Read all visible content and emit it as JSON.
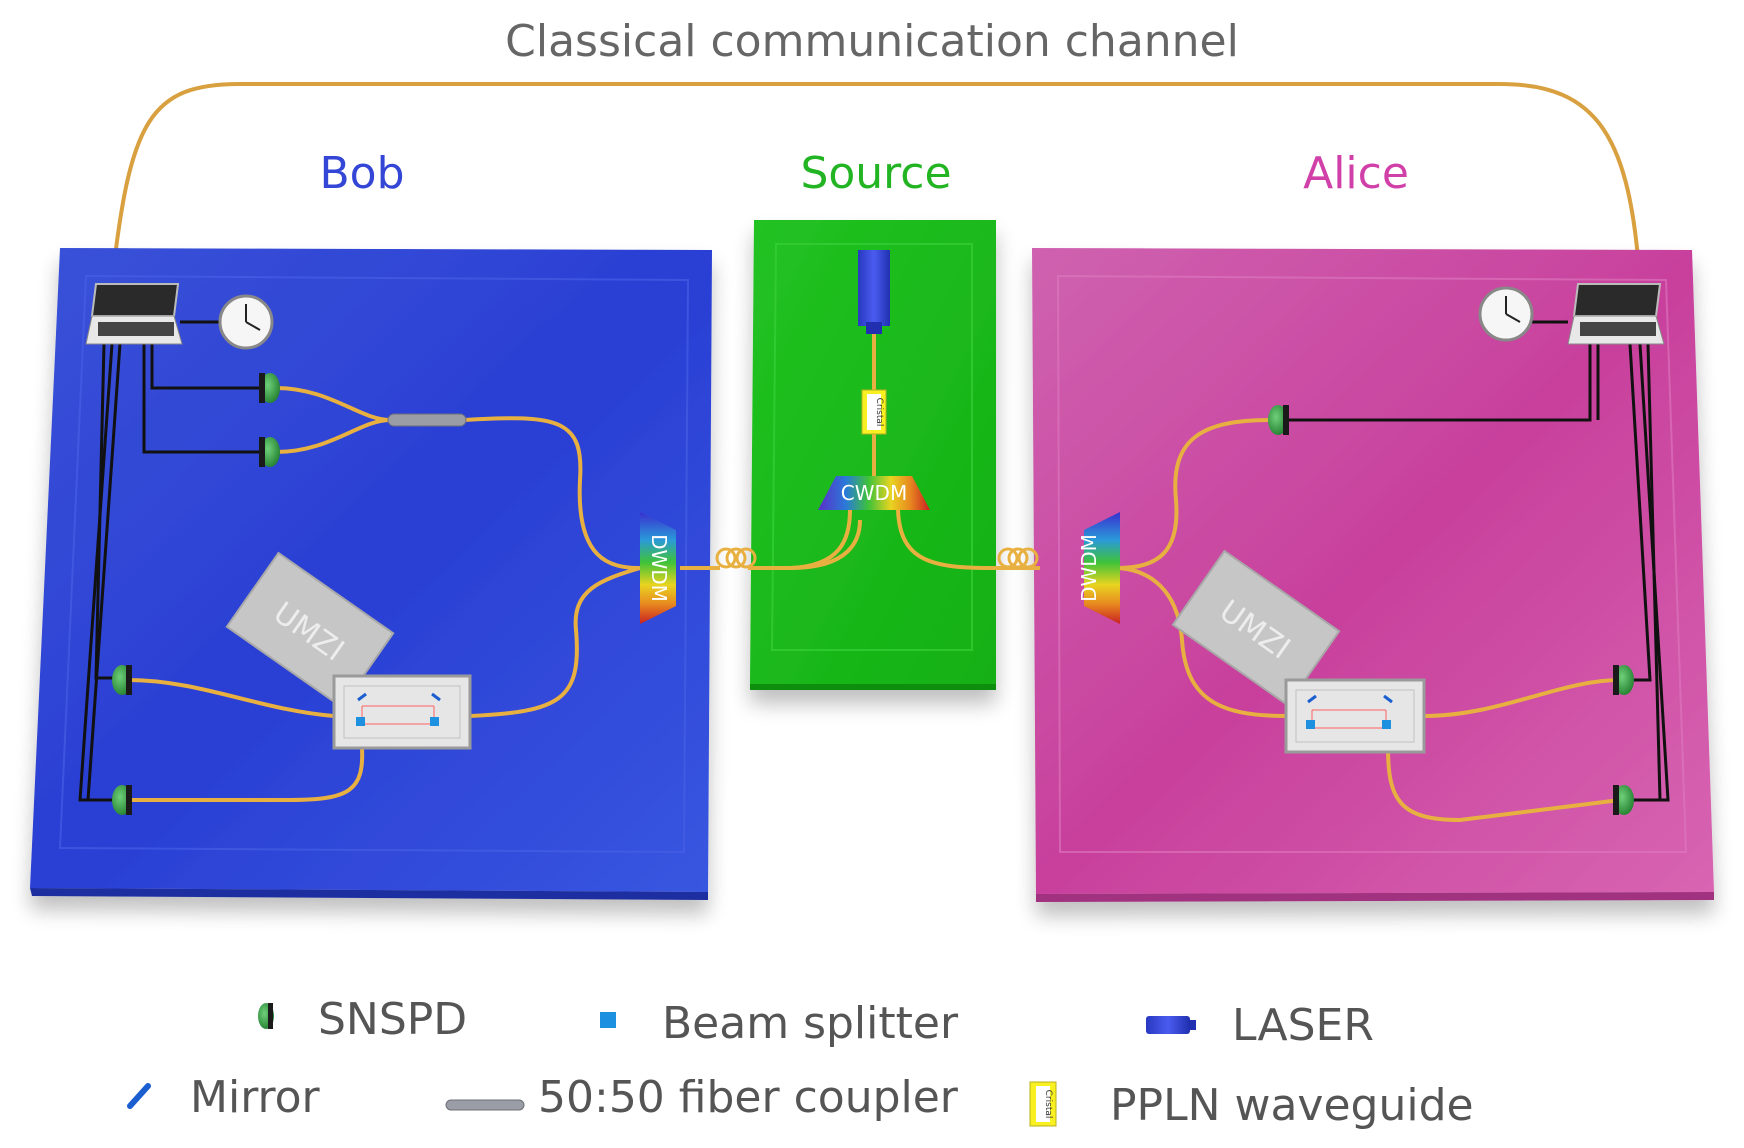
{
  "title": "Classical communication channel",
  "parties": {
    "bob": "Bob",
    "source": "Source",
    "alice": "Alice"
  },
  "components": {
    "umzi": "UMZI",
    "dwdm": "DWDM",
    "cwdm": "CWDM",
    "crystal": "Cristal"
  },
  "legend": {
    "snspd": "SNSPD",
    "beam_splitter": "Beam splitter",
    "laser": "LASER",
    "mirror": "Mirror",
    "coupler": "50:50 fiber coupler",
    "ppln": "PPLN waveguide",
    "crystal_tag": "Cristal"
  },
  "colors": {
    "bob": "#2f46d6",
    "source": "#19bb19",
    "alice": "#d04aa2",
    "fiber": "#e8b040",
    "cable": "#111111",
    "detector": "#2e9a3e",
    "beam_splitter": "#1e90e0",
    "laser": "#3040d8",
    "title": "#666666"
  }
}
